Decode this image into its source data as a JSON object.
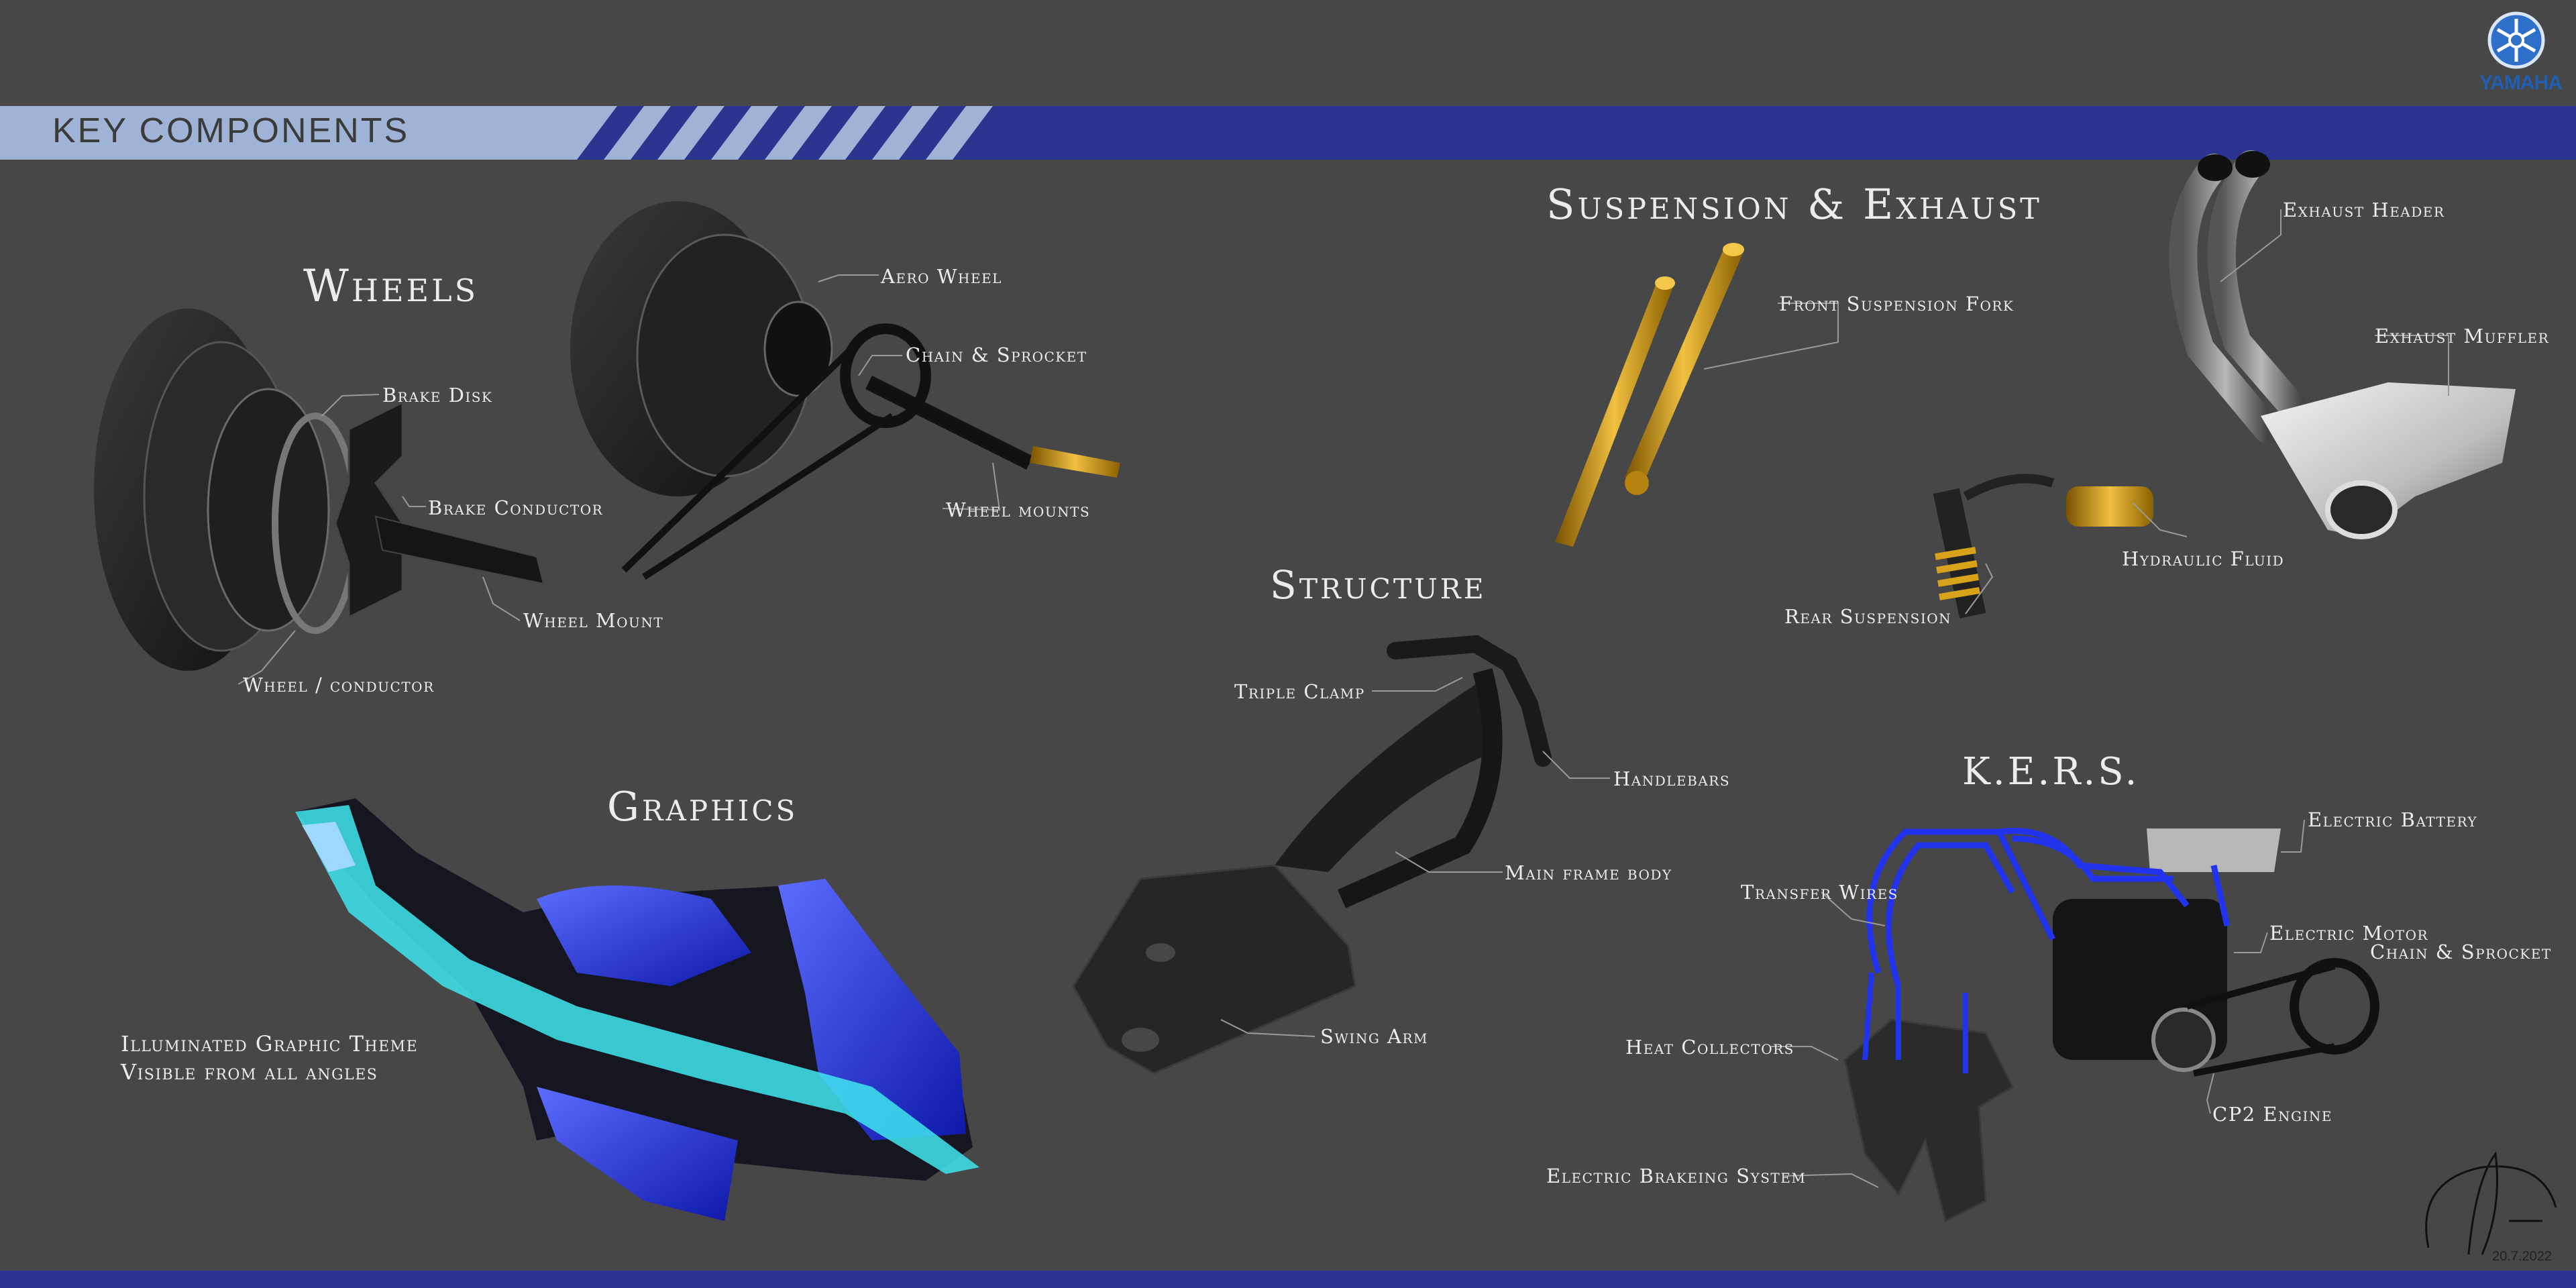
{
  "banner": {
    "title": "KEY COMPONENTS"
  },
  "logo": {
    "text": "YAMAHA"
  },
  "signature": {
    "date": "20.7.2022"
  },
  "sections": {
    "wheels": {
      "title": "Wheels"
    },
    "suspension": {
      "title": "Suspension & Exhaust"
    },
    "structure": {
      "title": "Structure"
    },
    "graphics": {
      "title": "Graphics"
    },
    "kers": {
      "title": "K.E.R.S."
    }
  },
  "labels": {
    "aero_wheel": "Aero Wheel",
    "chain_sprocket": "Chain & Sprocket",
    "brake_disk": "Brake Disk",
    "brake_conductor": "Brake Conductor",
    "wheel_mounts": "Wheel mounts",
    "wheel_mount": "Wheel Mount",
    "wheel_conductor": "Wheel / conductor",
    "front_suspension_fork": "Front Suspension Fork",
    "exhaust_header": "Exhaust Header",
    "exhaust_muffler": "Exhaust Muffler",
    "hydraulic_fluid": "Hydraulic Fluid",
    "rear_suspension": "Rear Suspension",
    "triple_clamp": "Triple Clamp",
    "handlebars": "Handlebars",
    "main_frame_body": "Main frame body",
    "swing_arm": "Swing Arm",
    "graphics_line1": "Illuminated Graphic Theme",
    "graphics_line2": "Visible from all angles",
    "electric_battery": "Electric Battery",
    "transfer_wires": "Transfer Wires",
    "electric_motor": "Electric Motor",
    "kers_chain_sprocket": "Chain & Sprocket",
    "heat_collectors": "Heat Collectors",
    "cp2_engine": "CP2 Engine",
    "electric_braking_system": "Electric Brakeing System"
  },
  "colors": {
    "background": "#474747",
    "banner_dark": "#2b3590",
    "banner_light": "#9eb3d6",
    "gold": "#d9a21b",
    "cyan": "#3fe6f0",
    "blue": "#1f2fd8"
  }
}
